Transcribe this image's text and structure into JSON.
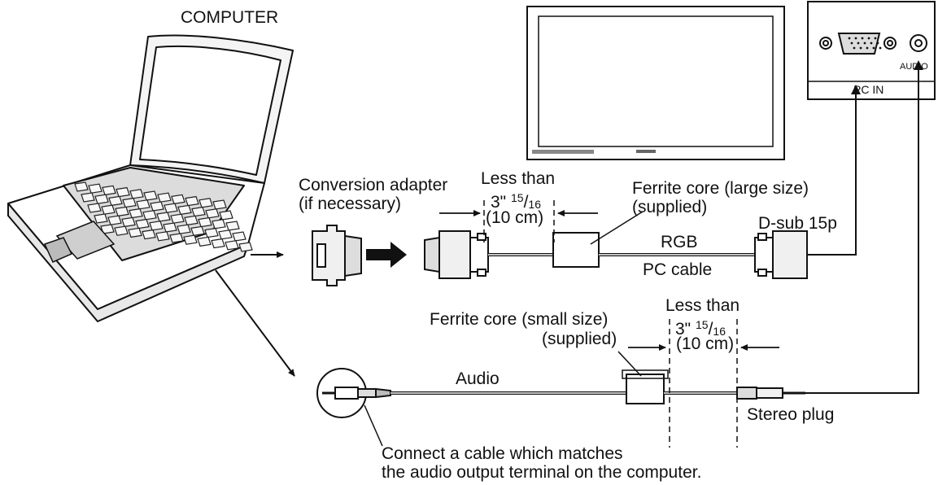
{
  "computer_label": "COMPUTER",
  "adapter": {
    "line1": "Conversion adapter",
    "line2": "(if necessary)"
  },
  "rgb_distance": {
    "line1": "Less than",
    "inches": "3\"",
    "frac_num": "15",
    "frac_den": "16",
    "cm": "(10 cm)"
  },
  "ferrite_large": {
    "line1": "Ferrite core (large size)",
    "line2": "(supplied)"
  },
  "dsub_label": "D-sub 15p",
  "rgb_label": "RGB",
  "pc_cable_label": "PC cable",
  "panel": {
    "pc_in_label": "PC IN",
    "audio_label": "AUDIO"
  },
  "ferrite_small": {
    "line1": "Ferrite core (small size)",
    "line2": "(supplied)"
  },
  "audio_distance": {
    "line1": "Less than",
    "inches": "3\"",
    "frac_num": "15",
    "frac_den": "16",
    "cm": "(10 cm)"
  },
  "audio_label": "Audio",
  "stereo_plug_label": "Stereo plug",
  "note": {
    "line1": "Connect a cable which matches",
    "line2": "the audio output terminal on the computer."
  }
}
